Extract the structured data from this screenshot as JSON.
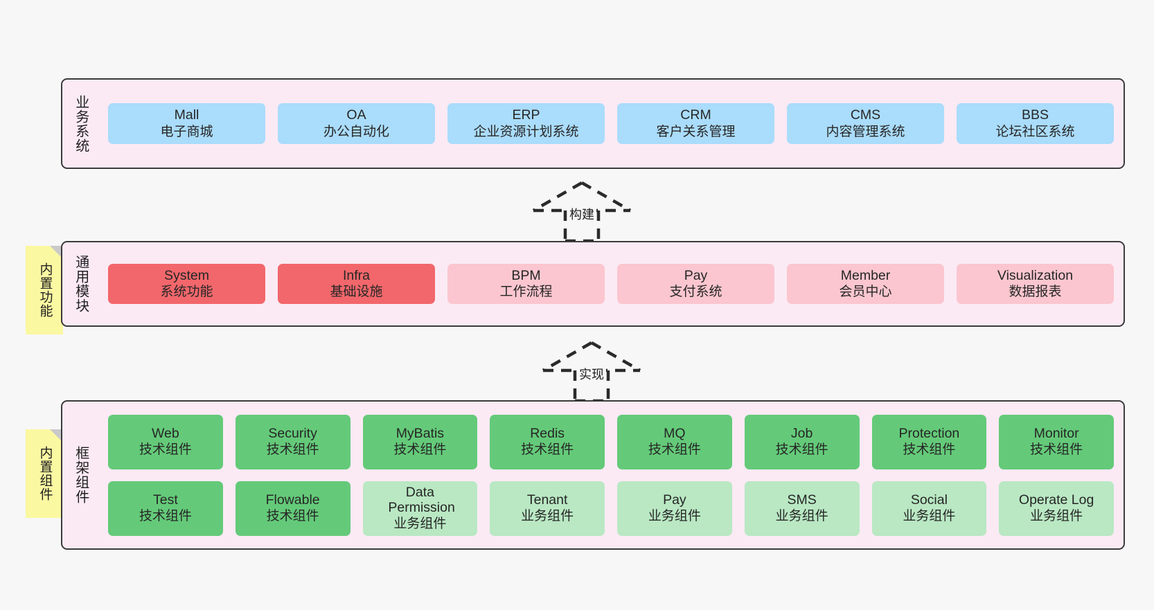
{
  "meta": {
    "background_color": "#f7f7f7",
    "layer_fill": "#fbeaf4",
    "layer_border": "#3b3b3b",
    "sticky_color": "#fbf8a2",
    "sticky_fold_color": "#c9c9c9"
  },
  "layers": [
    {
      "id": "business-systems",
      "title": "业务系统",
      "sticky": null,
      "rows": [
        {
          "cards": [
            {
              "en": "Mall",
              "cn": "电子商城",
              "color": "#aadcfb",
              "style": "c-blue"
            },
            {
              "en": "OA",
              "cn": "办公自动化",
              "color": "#aadcfb",
              "style": "c-blue"
            },
            {
              "en": "ERP",
              "cn": "企业资源计划系统",
              "color": "#aadcfb",
              "style": "c-blue"
            },
            {
              "en": "CRM",
              "cn": "客户关系管理",
              "color": "#aadcfb",
              "style": "c-blue"
            },
            {
              "en": "CMS",
              "cn": "内容管理系统",
              "color": "#aadcfb",
              "style": "c-blue"
            },
            {
              "en": "BBS",
              "cn": "论坛社区系统",
              "color": "#aadcfb",
              "style": "c-blue"
            }
          ]
        }
      ]
    },
    {
      "id": "common-modules",
      "title": "通用模块",
      "sticky": "内置功能",
      "rows": [
        {
          "cards": [
            {
              "en": "System",
              "cn": "系统功能",
              "color": "#f2676b",
              "style": "c-red"
            },
            {
              "en": "Infra",
              "cn": "基础设施",
              "color": "#f2676b",
              "style": "c-red"
            },
            {
              "en": "BPM",
              "cn": "工作流程",
              "color": "#fbc6cf",
              "style": "c-pink"
            },
            {
              "en": "Pay",
              "cn": "支付系统",
              "color": "#fbc6cf",
              "style": "c-pink"
            },
            {
              "en": "Member",
              "cn": "会员中心",
              "color": "#fbc6cf",
              "style": "c-pink"
            },
            {
              "en": "Visualization",
              "cn": "数据报表",
              "color": "#fbc6cf",
              "style": "c-pink"
            }
          ]
        }
      ]
    },
    {
      "id": "framework-components",
      "title": "框架组件",
      "sticky": "内置组件",
      "rows": [
        {
          "cards": [
            {
              "en": "Web",
              "cn": "技术组件",
              "color": "#64ca79",
              "style": "c-green"
            },
            {
              "en": "Security",
              "cn": "技术组件",
              "color": "#64ca79",
              "style": "c-green"
            },
            {
              "en": "MyBatis",
              "cn": "技术组件",
              "color": "#64ca79",
              "style": "c-green"
            },
            {
              "en": "Redis",
              "cn": "技术组件",
              "color": "#64ca79",
              "style": "c-green"
            },
            {
              "en": "MQ",
              "cn": "技术组件",
              "color": "#64ca79",
              "style": "c-green"
            },
            {
              "en": "Job",
              "cn": "技术组件",
              "color": "#64ca79",
              "style": "c-green"
            },
            {
              "en": "Protection",
              "cn": "技术组件",
              "color": "#64ca79",
              "style": "c-green"
            },
            {
              "en": "Monitor",
              "cn": "技术组件",
              "color": "#64ca79",
              "style": "c-green"
            }
          ]
        },
        {
          "cards": [
            {
              "en": "Test",
              "cn": "技术组件",
              "color": "#64ca79",
              "style": "c-green"
            },
            {
              "en": "Flowable",
              "cn": "技术组件",
              "color": "#64ca79",
              "style": "c-green"
            },
            {
              "en": "Data Permission",
              "cn": "业务组件",
              "color": "#b9e8c3",
              "style": "c-lightgreen"
            },
            {
              "en": "Tenant",
              "cn": "业务组件",
              "color": "#b9e8c3",
              "style": "c-lightgreen"
            },
            {
              "en": "Pay",
              "cn": "业务组件",
              "color": "#b9e8c3",
              "style": "c-lightgreen"
            },
            {
              "en": "SMS",
              "cn": "业务组件",
              "color": "#b9e8c3",
              "style": "c-lightgreen"
            },
            {
              "en": "Social",
              "cn": "业务组件",
              "color": "#b9e8c3",
              "style": "c-lightgreen"
            },
            {
              "en": "Operate Log",
              "cn": "业务组件",
              "color": "#b9e8c3",
              "style": "c-lightgreen"
            }
          ]
        }
      ]
    }
  ],
  "connectors": [
    {
      "id": "build",
      "label": "构建",
      "from": "common-modules",
      "to": "business-systems"
    },
    {
      "id": "implement",
      "label": "实现",
      "from": "framework-components",
      "to": "common-modules"
    }
  ]
}
